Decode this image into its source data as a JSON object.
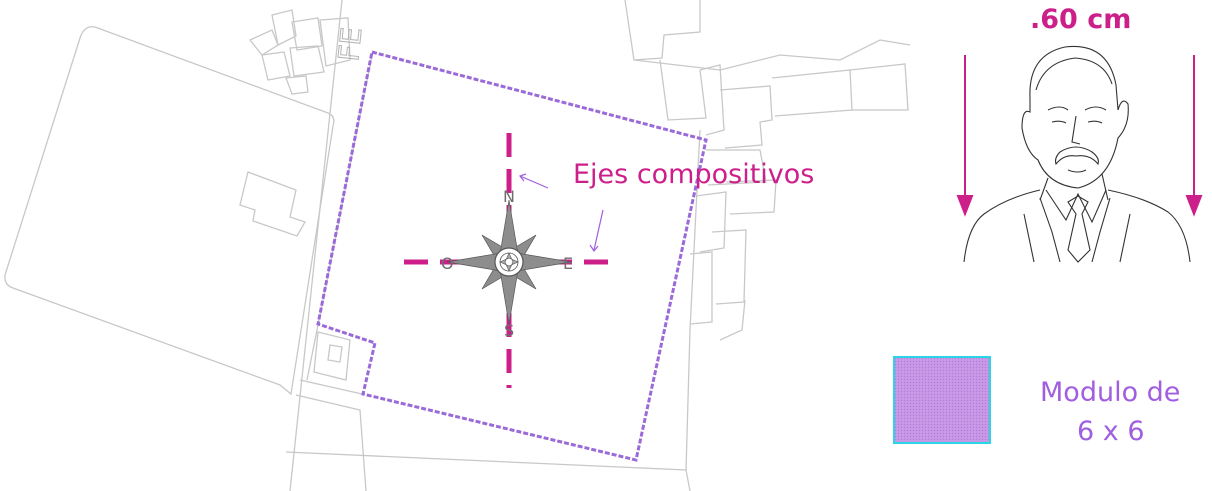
{
  "street_label": "FE",
  "scale_label": ".60 cm",
  "axes_label": "Ejes compositivos",
  "compass": {
    "north": "N",
    "south": "S",
    "east": "E",
    "west": "O"
  },
  "module_label": {
    "line1": "Modulo de",
    "line2": "6 x 6"
  },
  "colors": {
    "axis_pink": "#cc1f8a",
    "lot_outline": "#9a6ad8",
    "module_fill": "#c99be6",
    "module_border": "#29d6e6",
    "context_lines": "#c8c8c8"
  }
}
